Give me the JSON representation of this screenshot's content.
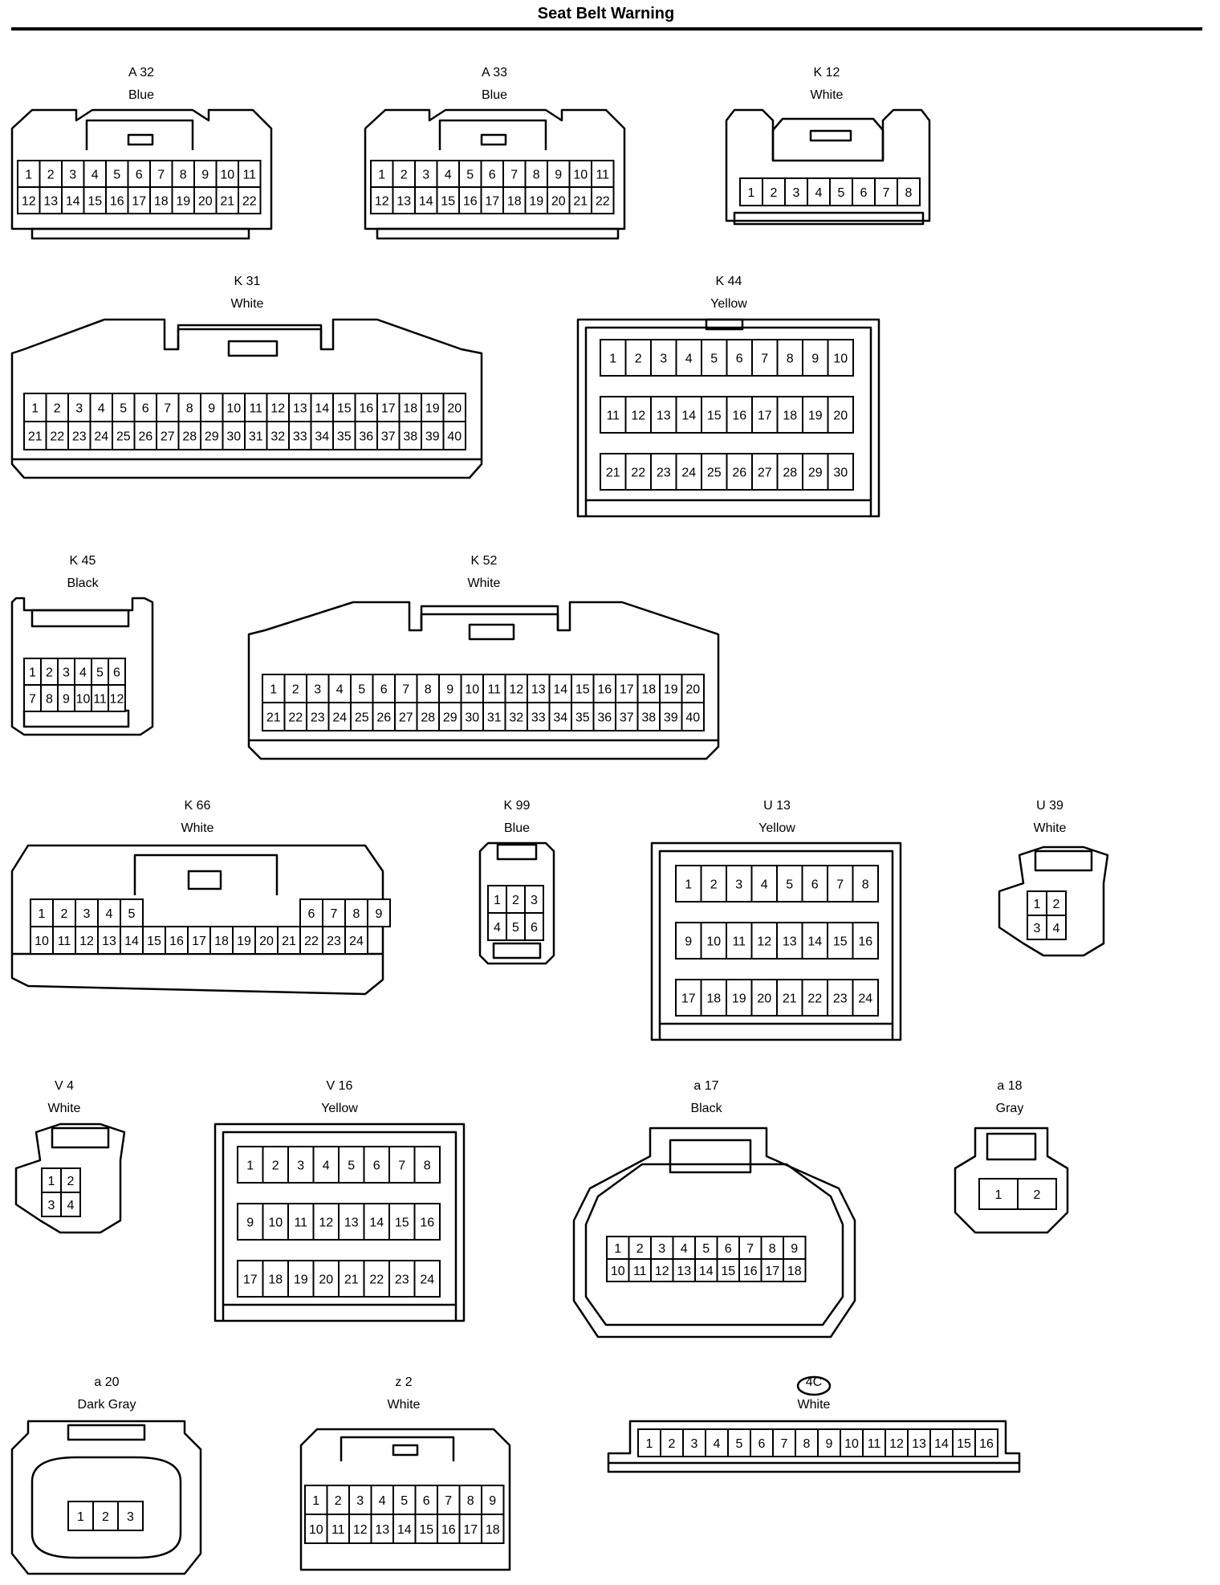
{
  "title": "Seat Belt Warning",
  "connectors": [
    {
      "id": "A 32",
      "color": "Blue",
      "rows": [
        [
          1,
          2,
          3,
          4,
          5,
          6,
          7,
          8,
          9,
          10,
          11
        ],
        [
          12,
          13,
          14,
          15,
          16,
          17,
          18,
          19,
          20,
          21,
          22
        ]
      ]
    },
    {
      "id": "A 33",
      "color": "Blue",
      "rows": [
        [
          1,
          2,
          3,
          4,
          5,
          6,
          7,
          8,
          9,
          10,
          11
        ],
        [
          12,
          13,
          14,
          15,
          16,
          17,
          18,
          19,
          20,
          21,
          22
        ]
      ]
    },
    {
      "id": "K 12",
      "color": "White",
      "rows": [
        [
          1,
          2,
          3,
          4,
          5,
          6,
          7,
          8
        ]
      ]
    },
    {
      "id": "K 31",
      "color": "White",
      "rows": [
        [
          1,
          2,
          3,
          4,
          5,
          6,
          7,
          8,
          9,
          10,
          11,
          12,
          13,
          14,
          15,
          16,
          17,
          18,
          19,
          20
        ],
        [
          21,
          22,
          23,
          24,
          25,
          26,
          27,
          28,
          29,
          30,
          31,
          32,
          33,
          34,
          35,
          36,
          37,
          38,
          39,
          40
        ]
      ]
    },
    {
      "id": "K 44",
      "color": "Yellow",
      "rows": [
        [
          1,
          2,
          3,
          4,
          5,
          6,
          7,
          8,
          9,
          10
        ],
        [
          11,
          12,
          13,
          14,
          15,
          16,
          17,
          18,
          19,
          20
        ],
        [
          21,
          22,
          23,
          24,
          25,
          26,
          27,
          28,
          29,
          30
        ]
      ]
    },
    {
      "id": "K 45",
      "color": "Black",
      "rows": [
        [
          1,
          2,
          3,
          4,
          5,
          6
        ],
        [
          7,
          8,
          9,
          10,
          11,
          12
        ]
      ]
    },
    {
      "id": "K 52",
      "color": "White",
      "rows": [
        [
          1,
          2,
          3,
          4,
          5,
          6,
          7,
          8,
          9,
          10,
          11,
          12,
          13,
          14,
          15,
          16,
          17,
          18,
          19,
          20
        ],
        [
          21,
          22,
          23,
          24,
          25,
          26,
          27,
          28,
          29,
          30,
          31,
          32,
          33,
          34,
          35,
          36,
          37,
          38,
          39,
          40
        ]
      ]
    },
    {
      "id": "K 66",
      "color": "White",
      "rows": [
        [
          1,
          2,
          3,
          4,
          5,
          null,
          null,
          null,
          null,
          null,
          null,
          null,
          6,
          7,
          8,
          9
        ],
        [
          10,
          11,
          12,
          13,
          14,
          15,
          16,
          17,
          18,
          19,
          20,
          21,
          22,
          23,
          24
        ]
      ]
    },
    {
      "id": "K 99",
      "color": "Blue",
      "rows": [
        [
          1,
          2,
          3
        ],
        [
          4,
          5,
          6
        ]
      ]
    },
    {
      "id": "U 13",
      "color": "Yellow",
      "rows": [
        [
          1,
          2,
          3,
          4,
          5,
          6,
          7,
          8
        ],
        [
          9,
          10,
          11,
          12,
          13,
          14,
          15,
          16
        ],
        [
          17,
          18,
          19,
          20,
          21,
          22,
          23,
          24
        ]
      ]
    },
    {
      "id": "U 39",
      "color": "White",
      "rows": [
        [
          1,
          2
        ],
        [
          3,
          4
        ]
      ]
    },
    {
      "id": "V 4",
      "color": "White",
      "rows": [
        [
          1,
          2
        ],
        [
          3,
          4
        ]
      ]
    },
    {
      "id": "V 16",
      "color": "Yellow",
      "rows": [
        [
          1,
          2,
          3,
          4,
          5,
          6,
          7,
          8
        ],
        [
          9,
          10,
          11,
          12,
          13,
          14,
          15,
          16
        ],
        [
          17,
          18,
          19,
          20,
          21,
          22,
          23,
          24
        ]
      ]
    },
    {
      "id": "a 17",
      "color": "Black",
      "rows": [
        [
          1,
          2,
          3,
          4,
          5,
          6,
          7,
          8,
          9
        ],
        [
          10,
          11,
          12,
          13,
          14,
          15,
          16,
          17,
          18
        ]
      ]
    },
    {
      "id": "a 18",
      "color": "Gray",
      "rows": [
        [
          1,
          2
        ]
      ]
    },
    {
      "id": "a 20",
      "color": "Dark Gray",
      "rows": [
        [
          1,
          2,
          3
        ]
      ]
    },
    {
      "id": "z 2",
      "color": "White",
      "rows": [
        [
          1,
          2,
          3,
          4,
          5,
          6,
          7,
          8,
          9
        ],
        [
          10,
          11,
          12,
          13,
          14,
          15,
          16,
          17,
          18
        ]
      ]
    },
    {
      "id": "4C",
      "color": "White",
      "rows": [
        [
          1,
          2,
          3,
          4,
          5,
          6,
          7,
          8,
          9,
          10,
          11,
          12,
          13,
          14,
          15,
          16
        ]
      ]
    }
  ]
}
